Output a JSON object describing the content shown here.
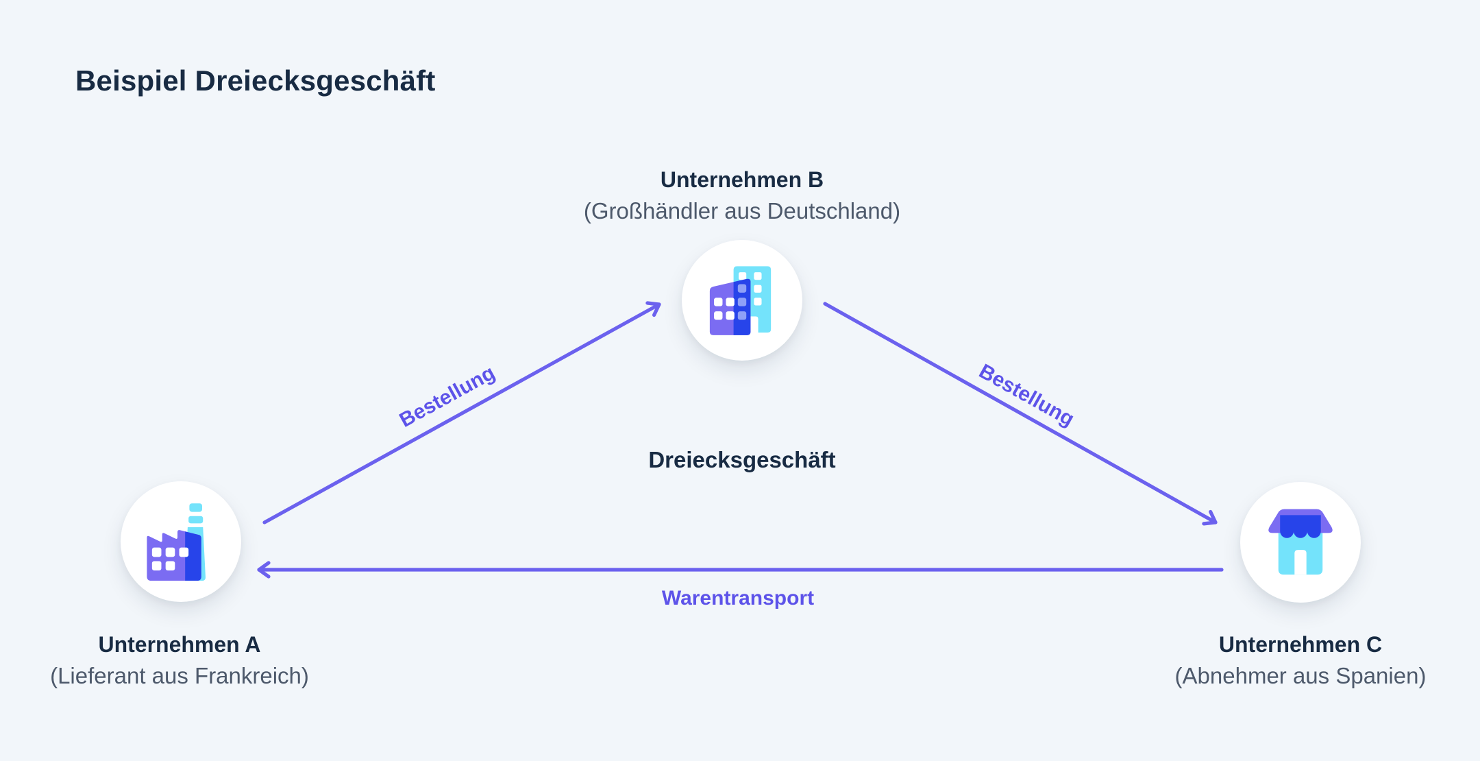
{
  "title": "Beispiel Dreiecksgeschäft",
  "center_label": "Dreiecksgeschäft",
  "nodes": [
    {
      "id": "A",
      "label": "Unternehmen A",
      "sublabel": "(Lieferant aus Frankreich)",
      "icon": "factory-icon"
    },
    {
      "id": "B",
      "label": "Unternehmen B",
      "sublabel": "(Großhändler aus Deutschland)",
      "icon": "office-building-icon"
    },
    {
      "id": "C",
      "label": "Unternehmen C",
      "sublabel": "(Abnehmer aus Spanien)",
      "icon": "store-icon"
    }
  ],
  "edges": [
    {
      "from": "A",
      "to": "B",
      "label": "Bestellung"
    },
    {
      "from": "B",
      "to": "C",
      "label": "Bestellung"
    },
    {
      "from": "C",
      "to": "A",
      "label": "Warentransport"
    }
  ],
  "colors": {
    "background": "#f2f6fa",
    "node_background": "#ffffff",
    "heading_navy": "#182b43",
    "sublabel_gray": "#4d596b",
    "arrow_purple": "#6b61ee",
    "edge_label_purple": "#5d53e9",
    "icon_purple": "#7b6cf2",
    "icon_cyan": "#74e3fb",
    "icon_dark_blue": "#2744ea"
  }
}
